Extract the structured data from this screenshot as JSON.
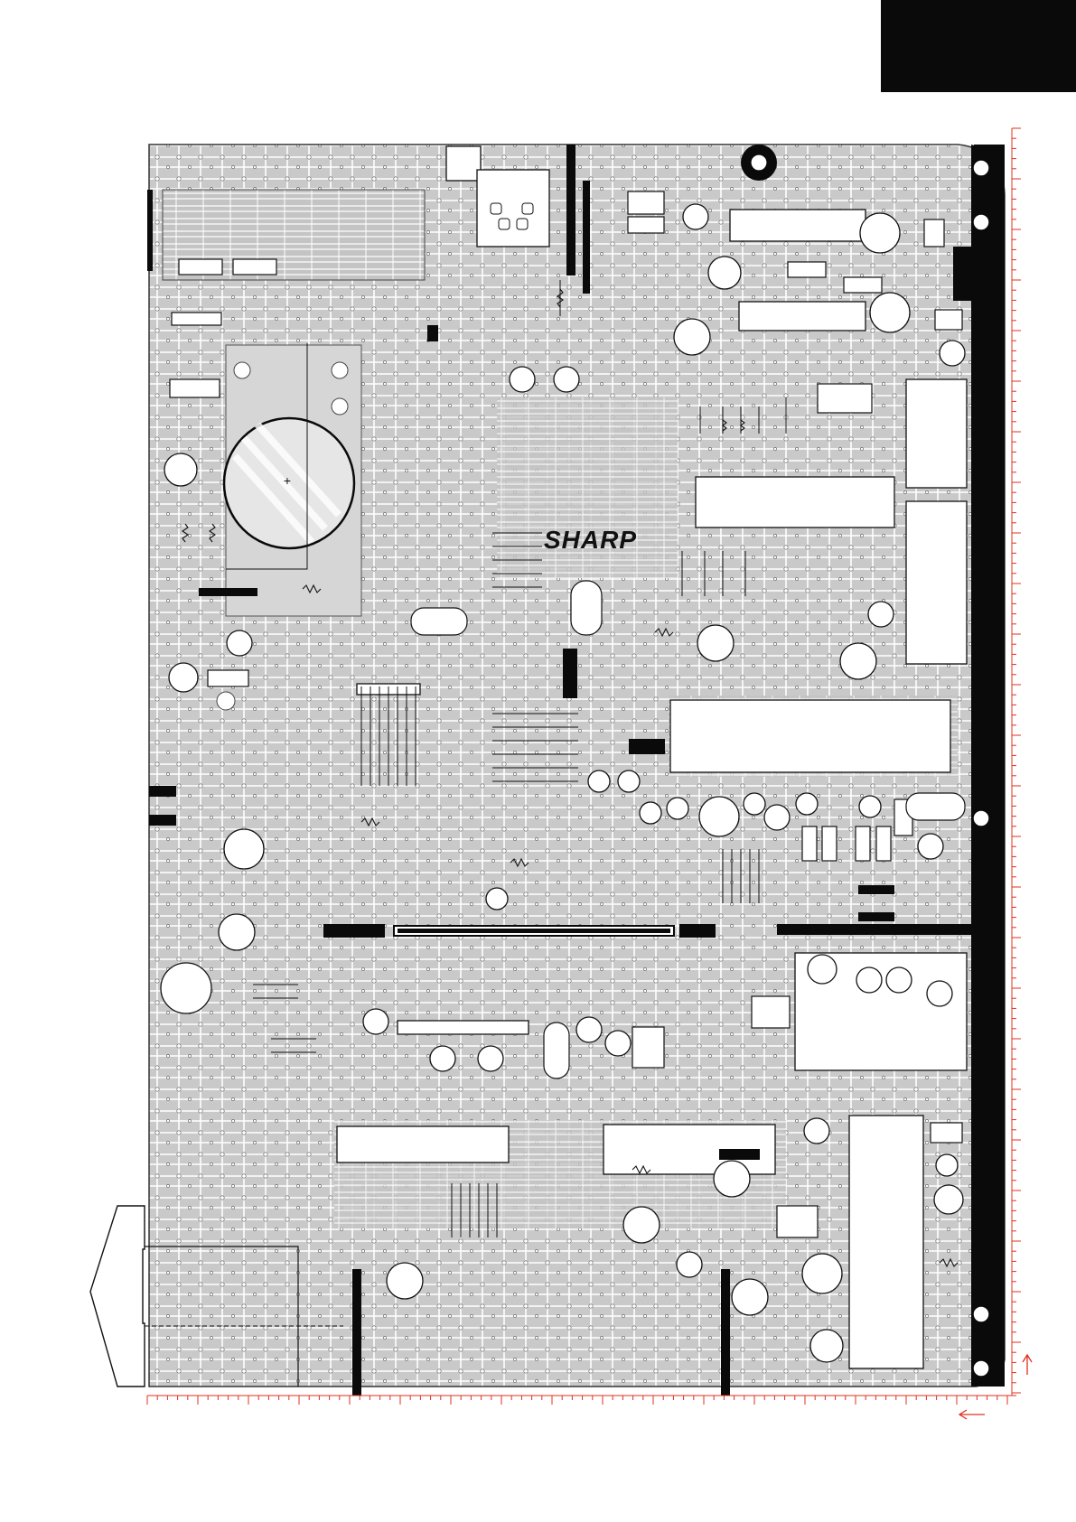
{
  "board": {
    "brand_logo": "SHARP"
  },
  "colors": {
    "board_fill": "#c9c9c9",
    "trace": "#ffffff",
    "ink": "#111111",
    "ruler": "#e0301e",
    "background": "#ffffff"
  },
  "icons": {
    "direction_arrow": "left-arrow-outline",
    "ruler_up": "up-arrow",
    "ruler_left": "left-arrow"
  }
}
